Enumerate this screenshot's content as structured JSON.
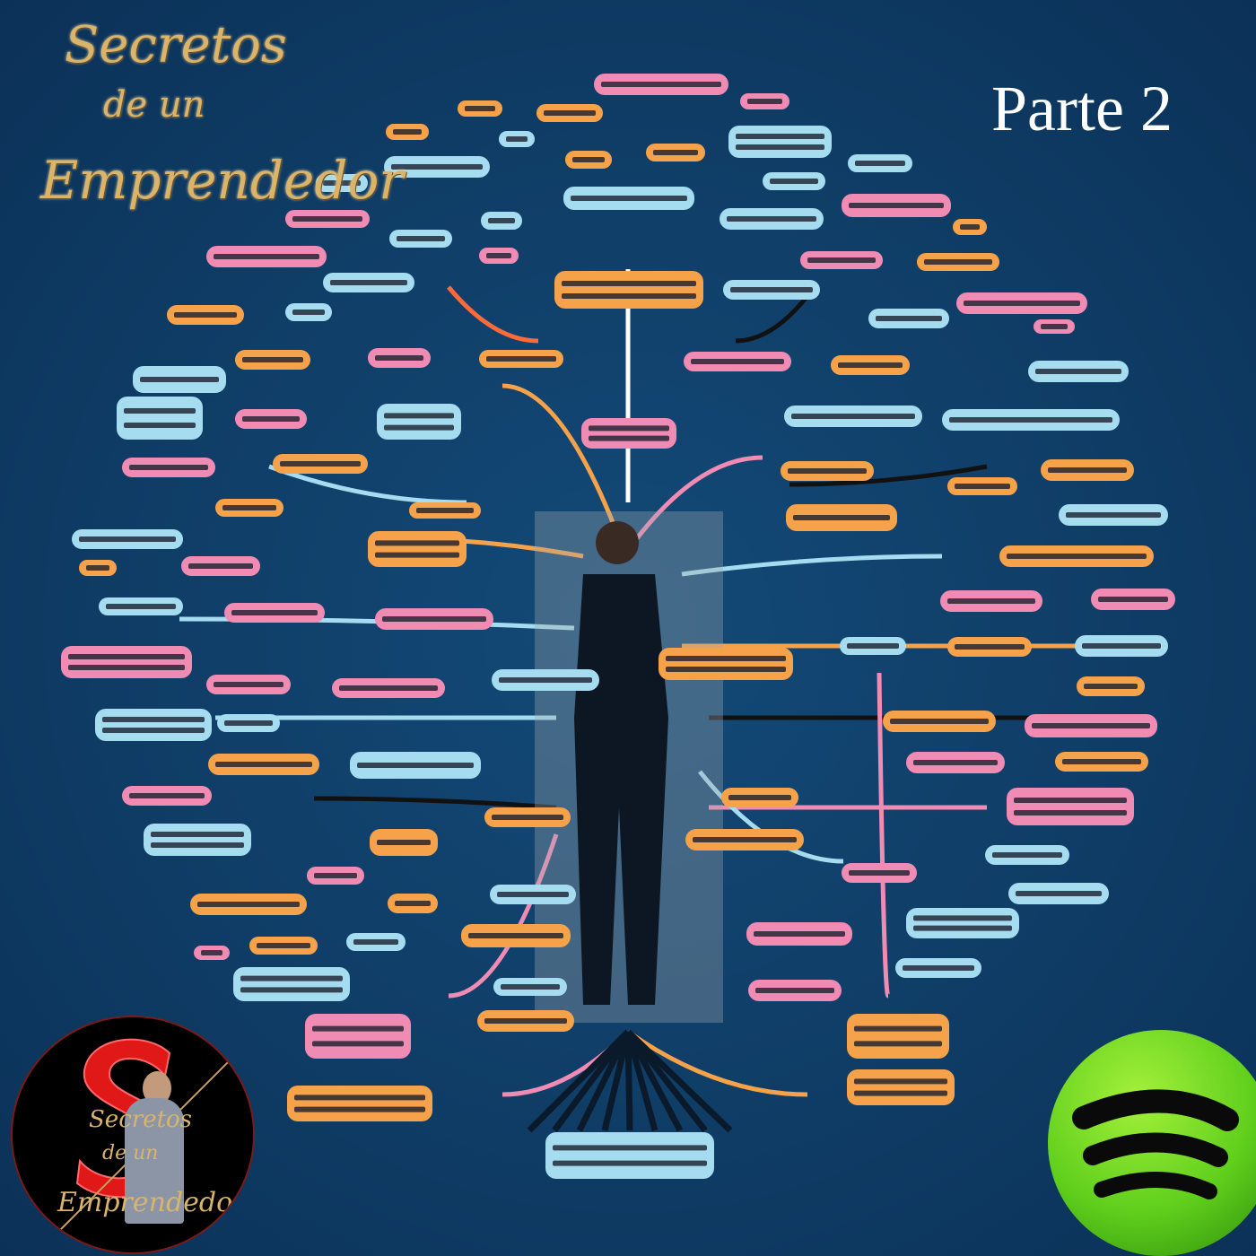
{
  "cover": {
    "title_line1": "Secretos",
    "title_line2": "de un",
    "title_line3": "Emprendedor",
    "episode_label": "Parte 2"
  },
  "logo": {
    "monogram": "S",
    "text_line1": "Secretos",
    "text_line2": "de un",
    "text_line3": "Emprendedor"
  },
  "colors": {
    "background": "#0e3a62",
    "title_gold": "#d9b46a",
    "node_orange": "#f5a24a",
    "node_pink": "#f08cb4",
    "node_blue": "#a6dcef",
    "spotify_green": "#5fcf1c"
  },
  "icons": {
    "platform": "spotify-icon"
  }
}
